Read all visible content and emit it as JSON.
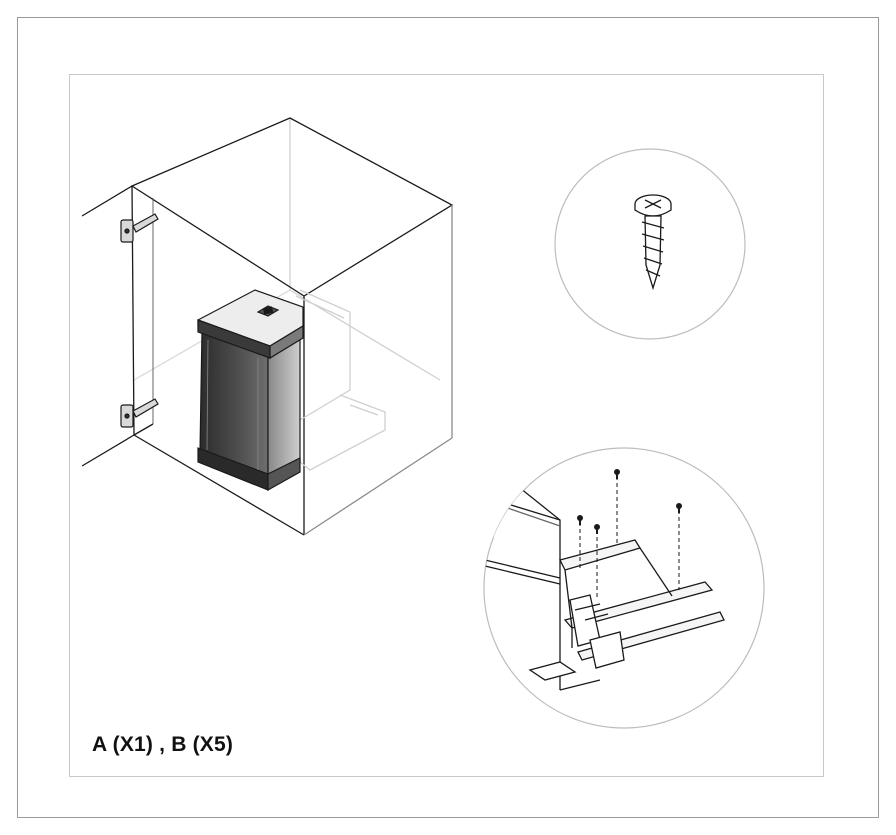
{
  "caption": "A (X1) , B (X5)",
  "icons": {
    "cabinet": "cabinet-with-bin-illustration",
    "screw": "screw-icon",
    "rail_detail": "rail-mounting-detail-illustration"
  }
}
